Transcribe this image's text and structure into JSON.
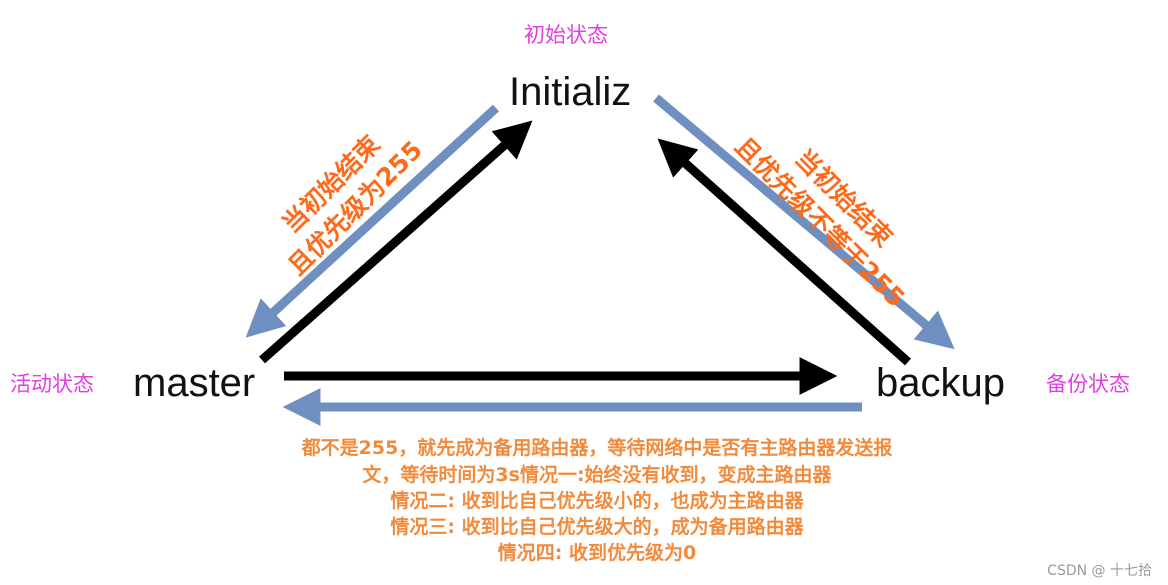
{
  "nodes": {
    "initialize": "Initializ",
    "master": "master",
    "backup": "backup"
  },
  "state_labels": {
    "initial": "初始状态",
    "active": "活动状态",
    "standby": "备份状态"
  },
  "conditions": {
    "to_master": [
      "当初始结束",
      "且优先级为255"
    ],
    "to_backup": [
      "当初始结束",
      "且优先级不等于255"
    ]
  },
  "note_lines": [
    "都不是255，就先成为备用路由器，等待网络中是否有主路由器发送报",
    "文，等待时间为3s情况一:始终没有收到，变成主路由器",
    "情况二: 收到比自己优先级小的，也成为主路由器",
    "情况三: 收到比自己优先级大的，成为备用路由器",
    "情况四: 收到优先级为0"
  ],
  "watermark": "CSDN @ 十七拾",
  "colors": {
    "black_arrow": "#000000",
    "blue_arrow": "#6f8fc0",
    "state_label": "#e040e0",
    "condition_text": "#ff6a1a",
    "note_text": "#f28a3c"
  }
}
